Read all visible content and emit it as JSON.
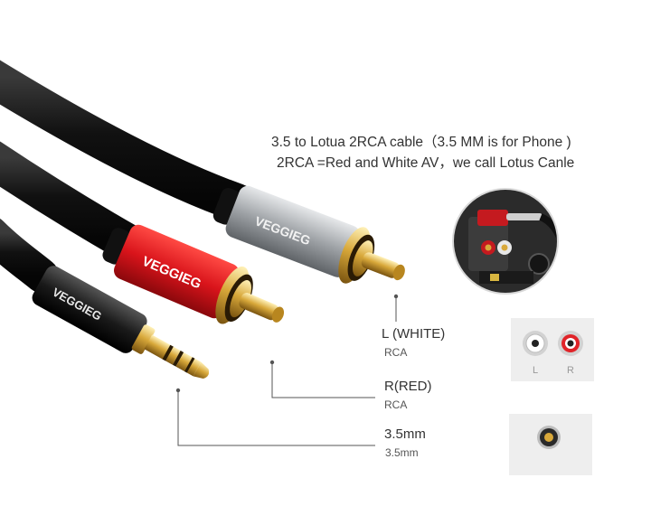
{
  "caption": {
    "line1": "3.5 to Lotua 2RCA cable（3.5 MM is for Phone )",
    "line2": "2RCA =Red and White AV，we call Lotus Canle"
  },
  "brand": "VEGGIEG",
  "labels": {
    "white": {
      "main": "L (WHITE)",
      "sub": "RCA"
    },
    "red": {
      "main": "R(RED)",
      "sub": "RCA"
    },
    "jack": {
      "main": "3.5mm",
      "sub": "3.5mm"
    }
  },
  "socket_panel": {
    "left": "L",
    "right": "R"
  },
  "colors": {
    "cable": "#1b1b1b",
    "red_plug": "#d9141b",
    "silver_plug": "#b9bcbf",
    "gold": "#d8a83a",
    "leader_line": "#555555"
  }
}
